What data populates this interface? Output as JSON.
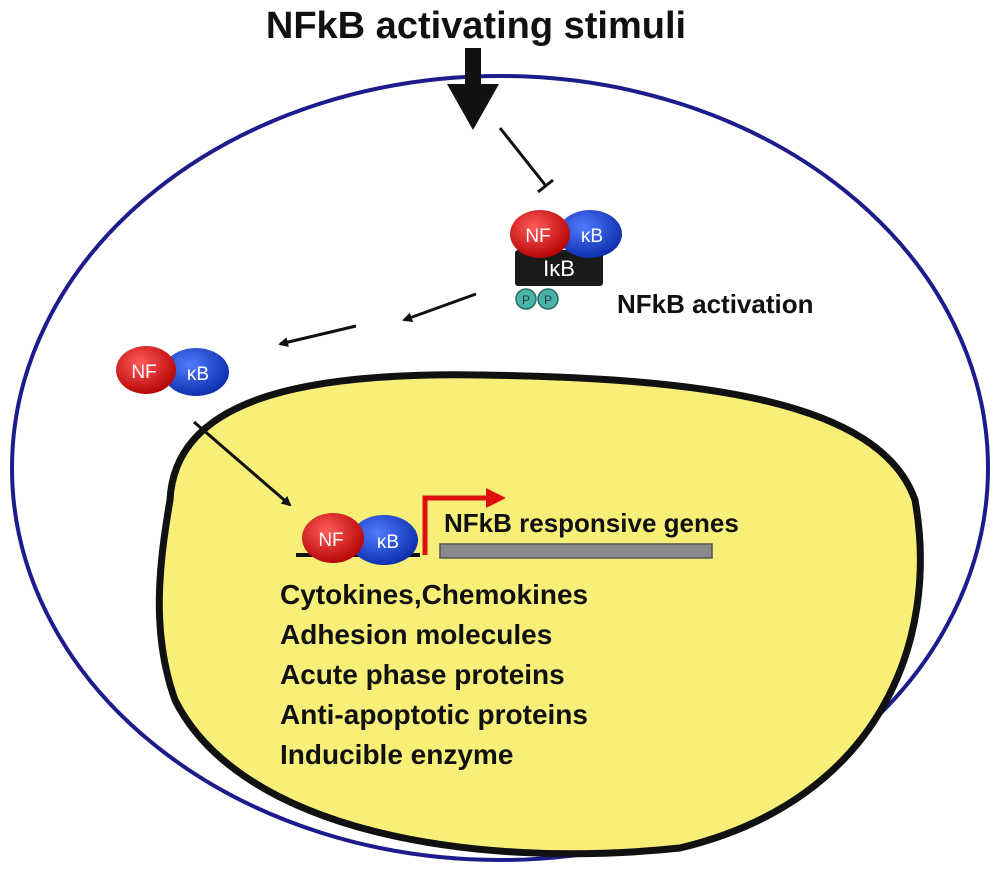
{
  "title": "NFkB activating stimuli",
  "activation_label": "NFkB activation",
  "complex": {
    "nf": "NF",
    "kb": "κB",
    "ikb": "IκB",
    "p1": "P",
    "p2": "P"
  },
  "free_dimer": {
    "nf": "NF",
    "kb": "κB"
  },
  "bound_dimer": {
    "nf": "NF",
    "kb": "κB"
  },
  "genes_label": "NFkB responsive genes",
  "gene_products": [
    "Cytokines,Chemokines",
    "Adhesion molecules",
    "Acute phase proteins",
    "Anti-apoptotic proteins",
    "Inducible enzyme"
  ],
  "colors": {
    "cell_membrane": "#1c1c8c",
    "nucleus_fill": "#f7ef78",
    "nucleus_border": "#111111",
    "nf_red": "#d11a1a",
    "kb_blue": "#1a3fd1",
    "ikb_black": "#1a1a1a",
    "phospho_teal": "#4ab3a8",
    "promoter_arrow": "#e01010",
    "gene_bar": "#8a8a8a"
  }
}
